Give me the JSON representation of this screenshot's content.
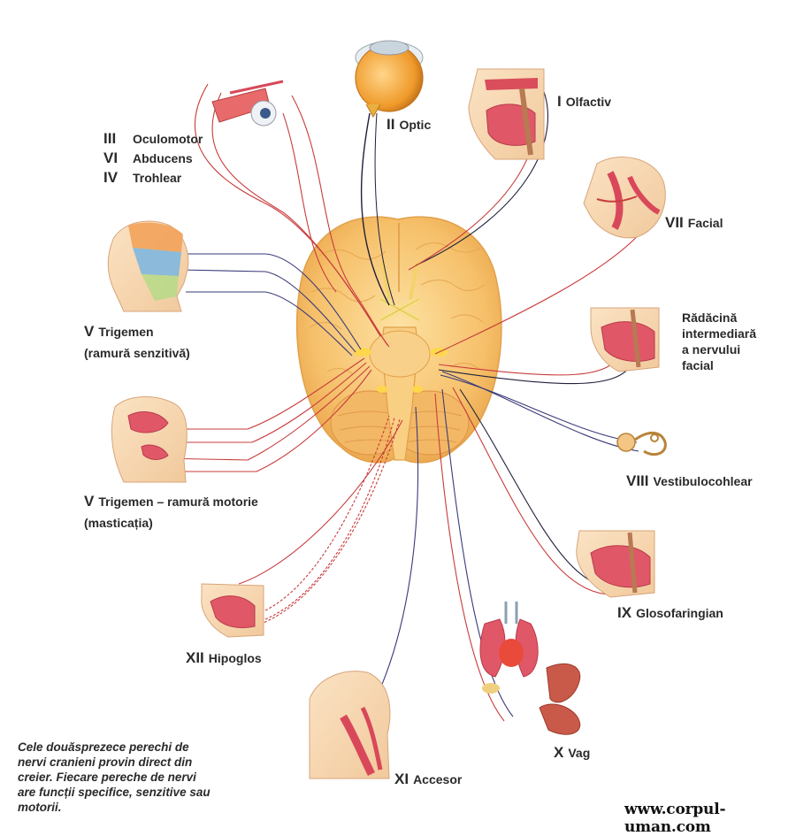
{
  "labels": {
    "optic": {
      "num": "II",
      "name": "Optic"
    },
    "olfactiv": {
      "num": "I",
      "name": "Olfactiv"
    },
    "oculomotor": {
      "num": "III",
      "name": "Oculomotor"
    },
    "abducens": {
      "num": "VI",
      "name": "Abducens"
    },
    "trohlear": {
      "num": "IV",
      "name": "Trohlear"
    },
    "facial": {
      "num": "VII",
      "name": "Facial"
    },
    "intermediara": [
      "Rădăcină",
      "intermediară",
      "a nervului",
      "facial"
    ],
    "trigemen_senzitiv": {
      "num": "V",
      "name": "Trigemen",
      "sub": "(ramură senzitivă)"
    },
    "trigemen_motor": {
      "num": "V",
      "name": "Trigemen – ramură motorie",
      "sub": "(masticația)"
    },
    "vestibulocohlear": {
      "num": "VIII",
      "name": "Vestibulocohlear"
    },
    "glosofaringian": {
      "num": "IX",
      "name": "Glosofaringian"
    },
    "hipoglos": {
      "num": "XII",
      "name": "Hipoglos"
    },
    "vag": {
      "num": "X",
      "name": "Vag"
    },
    "accesor": {
      "num": "XI",
      "name": "Accesor"
    }
  },
  "caption": [
    "Cele douăsprezece perechi de",
    "nervi cranieni provin direct din",
    "creier. Fiecare pereche de nervi",
    "are funcții specifice, senzitive sau",
    "motorii."
  ],
  "website": "www.corpul-uman.com",
  "colors": {
    "brain": "#f7c877",
    "brain_dark": "#e8a040",
    "nerve_red": "#c83c3c",
    "nerve_blue": "#3a3a7a",
    "flesh": "#f6d5b0",
    "muscle": "#d9485a"
  }
}
